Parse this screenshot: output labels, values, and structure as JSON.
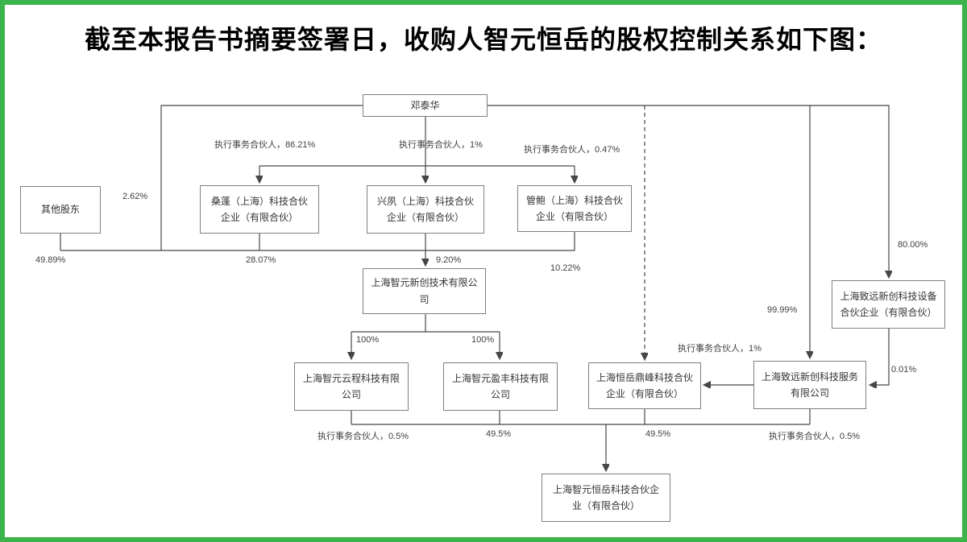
{
  "title": "截至本报告书摘要签署日，收购人智元恒岳的股权控制关系如下图：",
  "colors": {
    "frame": "#3cb44b",
    "line": "#474747",
    "box_border": "#7f7f7f",
    "text": "#333333"
  },
  "nodes": [
    {
      "id": "deng-taihua",
      "label": "邓泰华"
    },
    {
      "id": "other-shareholders",
      "label": "其他股东"
    },
    {
      "id": "sangpeng",
      "label": "桑蓬（上海）科技合伙企业（有限合伙）"
    },
    {
      "id": "xingsu",
      "label": "兴夙（上海）科技合伙企业（有限合伙）"
    },
    {
      "id": "guanbao",
      "label": "管鲍（上海）科技合伙企业（有限合伙）"
    },
    {
      "id": "zhiyuan-xinchuang",
      "label": "上海智元新创技术有限公司"
    },
    {
      "id": "zhiyuan-shebei",
      "label": "上海致远新创科技设备合伙企业（有限合伙）"
    },
    {
      "id": "zhiyuan-yuncheng",
      "label": "上海智元云程科技有限公司"
    },
    {
      "id": "zhiyuan-yingfeng",
      "label": "上海智元盈丰科技有限公司"
    },
    {
      "id": "hengyue-dingfeng",
      "label": "上海恒岳鼎峰科技合伙企业（有限合伙）"
    },
    {
      "id": "zhiyuan-fuwu",
      "label": "上海致远新创科技服务有限公司"
    },
    {
      "id": "zhiyuan-hengyue",
      "label": "上海智元恒岳科技合伙企业（有限合伙）"
    }
  ],
  "edge_labels": [
    {
      "id": "gp-sangpeng",
      "text": "执行事务合伙人，86.21%"
    },
    {
      "id": "gp-xingsu",
      "text": "执行事务合伙人，1%"
    },
    {
      "id": "gp-guanbao",
      "text": "执行事务合伙人，0.47%"
    },
    {
      "id": "deng-direct",
      "text": "2.62%"
    },
    {
      "id": "other-sh-stake",
      "text": "49.89%"
    },
    {
      "id": "sangpeng-stake",
      "text": "28.07%"
    },
    {
      "id": "xingsu-stake",
      "text": "9.20%"
    },
    {
      "id": "guanbao-stake",
      "text": "10.22%"
    },
    {
      "id": "shebei-stake",
      "text": "80.00%"
    },
    {
      "id": "fuwu-stake",
      "text": "99.99%"
    },
    {
      "id": "yuncheng-100",
      "text": "100%"
    },
    {
      "id": "yingfeng-100",
      "text": "100%"
    },
    {
      "id": "gp-dingfeng",
      "text": "执行事务合伙人，1%"
    },
    {
      "id": "shebei-fuwu",
      "text": "0.01%"
    },
    {
      "id": "gp-hengyue-left",
      "text": "执行事务合伙人，0.5%"
    },
    {
      "id": "yingfeng-stake",
      "text": "49.5%"
    },
    {
      "id": "dingfeng-stake",
      "text": "49.5%"
    },
    {
      "id": "gp-hengyue-right",
      "text": "执行事务合伙人，0.5%"
    }
  ]
}
